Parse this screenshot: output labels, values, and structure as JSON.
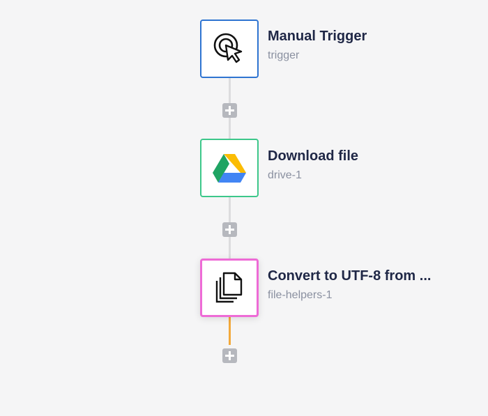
{
  "flow": {
    "nodes": [
      {
        "title": "Manual Trigger",
        "subtitle": "trigger",
        "icon": "cursor-click-icon",
        "border_color": "#2e74d1"
      },
      {
        "title": "Download file",
        "subtitle": "drive-1",
        "icon": "google-drive-icon",
        "border_color": "#3cc78a"
      },
      {
        "title": "Convert to UTF-8 from ...",
        "subtitle": "file-helpers-1",
        "icon": "files-copy-icon",
        "border_color": "#ee6bd6"
      }
    ],
    "add_step_icon": "plus-icon",
    "connector_color": "#dcdcde",
    "active_connector_color": "#f3a93b"
  }
}
